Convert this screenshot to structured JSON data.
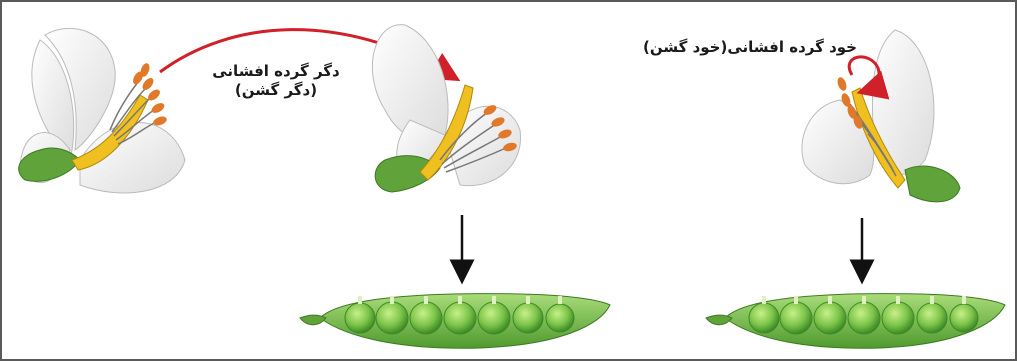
{
  "diagram": {
    "cross_pollination_label": {
      "line1": "دگر گرده افشانی",
      "line2": "(دگر گشن)"
    },
    "self_pollination_label": "خود گرده افشانی(خود گشن)",
    "colors": {
      "frame": "#5a5a5a",
      "cross_arrow": "#d0202a",
      "self_arrow": "#d0202a",
      "petal": "#f7f7f5",
      "petal_shadow": "#cfcfcf",
      "sepal": "#5fa33a",
      "carpel": "#f0c020",
      "anther": "#e07a2a",
      "pod": "#7fbf55",
      "pea": "#8fd060",
      "down_arrow": "#111111"
    }
  }
}
